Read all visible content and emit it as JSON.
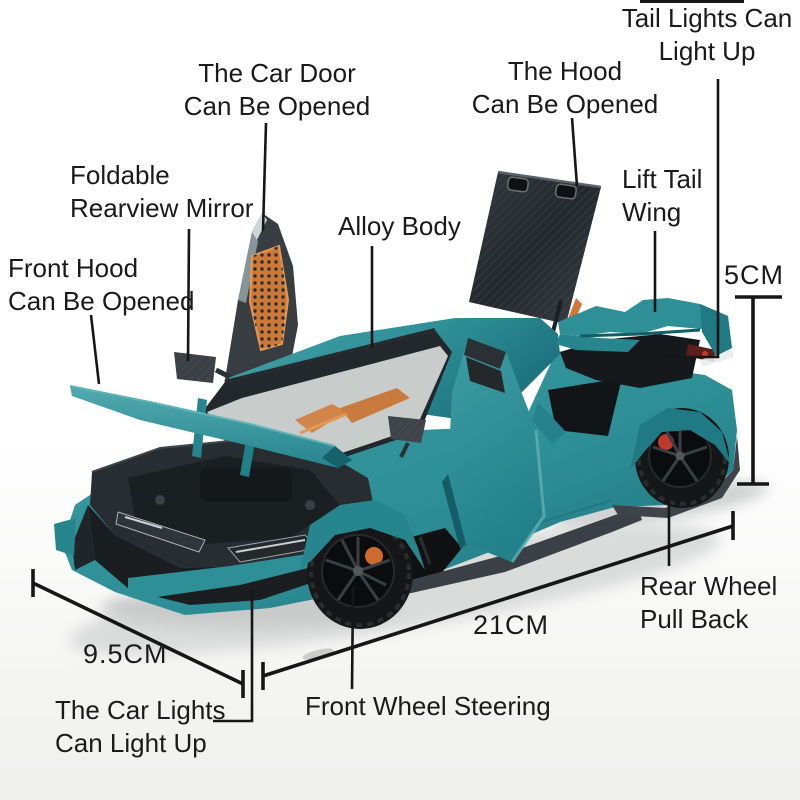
{
  "annotations": {
    "car_door": {
      "lines": [
        "The Car Door",
        "Can Be Opened"
      ]
    },
    "hood": {
      "lines": [
        "The Hood",
        "Can Be Opened"
      ]
    },
    "tail_lights": {
      "lines": [
        "Tail Lights Can",
        "Light Up"
      ]
    },
    "foldable_mirror": {
      "lines": [
        "Foldable",
        "Rearview Mirror"
      ]
    },
    "front_hood": {
      "lines": [
        "Front Hood",
        "Can Be Opened"
      ]
    },
    "alloy_body": {
      "lines": [
        "Alloy Body"
      ]
    },
    "lift_tail_wing": {
      "lines": [
        "Lift Tail",
        "Wing"
      ]
    },
    "rear_wheel": {
      "lines": [
        "Rear Wheel",
        "Pull Back"
      ]
    },
    "car_lights": {
      "lines": [
        "The Car Lights",
        "Can Light Up"
      ]
    },
    "front_wheel_steering": {
      "lines": [
        "Front Wheel Steering"
      ]
    }
  },
  "measurements": {
    "length": "21CM",
    "front_width": "9.5CM",
    "wing_height": "5CM"
  },
  "subject": {
    "type": "diecast-model-sports-car",
    "doors_open": true,
    "hood_open": true,
    "front_hood_open": true
  },
  "colors": {
    "text": "#1a1a1a",
    "line": "#161616",
    "body_teal": "#2e8f97",
    "body_teal_light": "#4aa4a9",
    "body_teal_dark": "#17646e",
    "accent_orange": "#cd7836",
    "carbon_dark": "#2b3036",
    "wheel_black": "#141617",
    "background": "#ffffff"
  }
}
